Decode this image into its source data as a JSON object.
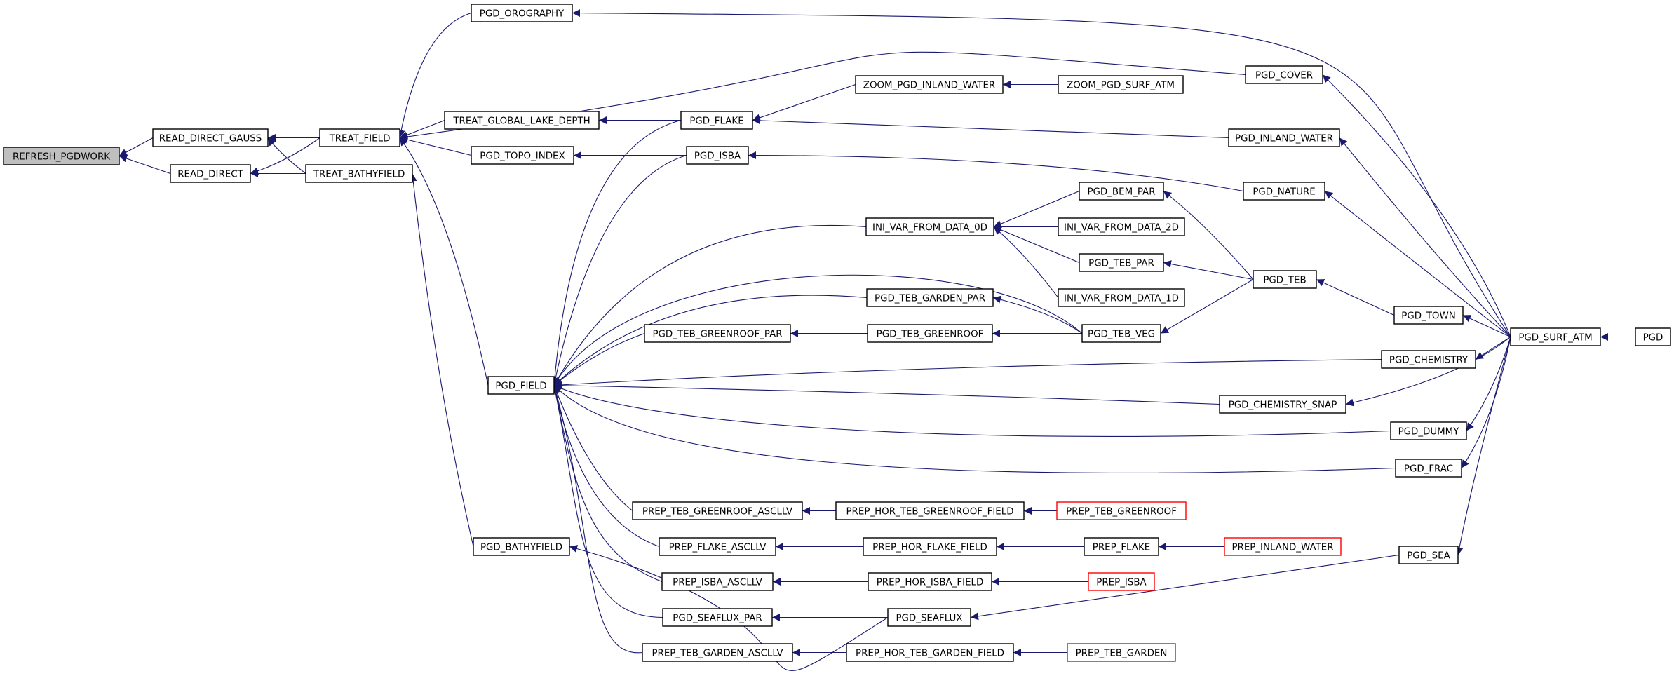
{
  "graph": {
    "nodes": [
      {
        "id": "refresh_pgdwork",
        "label": "REFRESH_PGDWORK",
        "style": "root"
      },
      {
        "id": "read_direct_gauss",
        "label": "READ_DIRECT_GAUSS"
      },
      {
        "id": "read_direct",
        "label": "READ_DIRECT"
      },
      {
        "id": "treat_field",
        "label": "TREAT_FIELD"
      },
      {
        "id": "treat_bathyfield",
        "label": "TREAT_BATHYFIELD"
      },
      {
        "id": "pgd_orography",
        "label": "PGD_OROGRAPHY"
      },
      {
        "id": "treat_global_lake_depth",
        "label": "TREAT_GLOBAL_LAKE_DEPTH"
      },
      {
        "id": "pgd_topo_index",
        "label": "PGD_TOPO_INDEX"
      },
      {
        "id": "pgd_field",
        "label": "PGD_FIELD"
      },
      {
        "id": "pgd_bathyfield",
        "label": "PGD_BATHYFIELD"
      },
      {
        "id": "pgd_flake",
        "label": "PGD_FLAKE"
      },
      {
        "id": "pgd_isba",
        "label": "PGD_ISBA"
      },
      {
        "id": "zoom_pgd_inland_water",
        "label": "ZOOM_PGD_INLAND_WATER"
      },
      {
        "id": "zoom_pgd_surf_atm",
        "label": "ZOOM_PGD_SURF_ATM"
      },
      {
        "id": "ini_var_from_data_0d",
        "label": "INI_VAR_FROM_DATA_0D"
      },
      {
        "id": "pgd_bem_par",
        "label": "PGD_BEM_PAR"
      },
      {
        "id": "ini_var_from_data_2d",
        "label": "INI_VAR_FROM_DATA_2D"
      },
      {
        "id": "pgd_teb_par",
        "label": "PGD_TEB_PAR"
      },
      {
        "id": "ini_var_from_data_1d",
        "label": "INI_VAR_FROM_DATA_1D"
      },
      {
        "id": "pgd_teb_garden_par",
        "label": "PGD_TEB_GARDEN_PAR"
      },
      {
        "id": "pgd_teb_greenroof_par",
        "label": "PGD_TEB_GREENROOF_PAR"
      },
      {
        "id": "pgd_teb_greenroof",
        "label": "PGD_TEB_GREENROOF"
      },
      {
        "id": "pgd_teb_veg",
        "label": "PGD_TEB_VEG"
      },
      {
        "id": "pgd_teb",
        "label": "PGD_TEB"
      },
      {
        "id": "pgd_cover",
        "label": "PGD_COVER"
      },
      {
        "id": "pgd_inland_water",
        "label": "PGD_INLAND_WATER"
      },
      {
        "id": "pgd_nature",
        "label": "PGD_NATURE"
      },
      {
        "id": "pgd_town",
        "label": "PGD_TOWN"
      },
      {
        "id": "pgd_chemistry",
        "label": "PGD_CHEMISTRY"
      },
      {
        "id": "pgd_chemistry_snap",
        "label": "PGD_CHEMISTRY_SNAP"
      },
      {
        "id": "pgd_dummy",
        "label": "PGD_DUMMY"
      },
      {
        "id": "pgd_frac",
        "label": "PGD_FRAC"
      },
      {
        "id": "pgd_surf_atm",
        "label": "PGD_SURF_ATM"
      },
      {
        "id": "pgd",
        "label": "PGD"
      },
      {
        "id": "prep_teb_greenroof_ascllv",
        "label": "PREP_TEB_GREENROOF_ASCLLV"
      },
      {
        "id": "prep_hor_teb_greenroof_field",
        "label": "PREP_HOR_TEB_GREENROOF_FIELD"
      },
      {
        "id": "prep_teb_greenroof",
        "label": "PREP_TEB_GREENROOF",
        "style": "red"
      },
      {
        "id": "prep_flake_ascllv",
        "label": "PREP_FLAKE_ASCLLV"
      },
      {
        "id": "prep_hor_flake_field",
        "label": "PREP_HOR_FLAKE_FIELD"
      },
      {
        "id": "prep_flake",
        "label": "PREP_FLAKE"
      },
      {
        "id": "prep_inland_water",
        "label": "PREP_INLAND_WATER",
        "style": "red"
      },
      {
        "id": "prep_isba_ascllv",
        "label": "PREP_ISBA_ASCLLV"
      },
      {
        "id": "prep_hor_isba_field",
        "label": "PREP_HOR_ISBA_FIELD"
      },
      {
        "id": "prep_isba",
        "label": "PREP_ISBA",
        "style": "red"
      },
      {
        "id": "pgd_seaflux_par",
        "label": "PGD_SEAFLUX_PAR"
      },
      {
        "id": "pgd_seaflux",
        "label": "PGD_SEAFLUX"
      },
      {
        "id": "pgd_sea",
        "label": "PGD_SEA"
      },
      {
        "id": "prep_teb_garden_ascllv",
        "label": "PREP_TEB_GARDEN_ASCLLV"
      },
      {
        "id": "prep_hor_teb_garden_field",
        "label": "PREP_HOR_TEB_GARDEN_FIELD"
      },
      {
        "id": "prep_teb_garden",
        "label": "PREP_TEB_GARDEN",
        "style": "red"
      }
    ],
    "edges": [
      {
        "from": "read_direct_gauss",
        "to": "refresh_pgdwork"
      },
      {
        "from": "read_direct",
        "to": "refresh_pgdwork"
      },
      {
        "from": "treat_field",
        "to": "read_direct_gauss"
      },
      {
        "from": "treat_bathyfield",
        "to": "read_direct_gauss"
      },
      {
        "from": "treat_field",
        "to": "read_direct"
      },
      {
        "from": "treat_bathyfield",
        "to": "read_direct"
      },
      {
        "from": "pgd_orography",
        "to": "treat_field"
      },
      {
        "from": "pgd_cover",
        "to": "treat_field"
      },
      {
        "from": "treat_global_lake_depth",
        "to": "treat_field"
      },
      {
        "from": "pgd_topo_index",
        "to": "treat_field"
      },
      {
        "from": "pgd_field",
        "to": "treat_field"
      },
      {
        "from": "pgd_bathyfield",
        "to": "treat_bathyfield"
      },
      {
        "from": "pgd_surf_atm",
        "to": "pgd_orography"
      },
      {
        "from": "pgd_flake",
        "to": "treat_global_lake_depth"
      },
      {
        "from": "pgd_isba",
        "to": "pgd_topo_index"
      },
      {
        "from": "pgd_seaflux",
        "to": "pgd_bathyfield"
      },
      {
        "from": "zoom_pgd_inland_water",
        "to": "pgd_flake"
      },
      {
        "from": "pgd_inland_water",
        "to": "pgd_flake"
      },
      {
        "from": "zoom_pgd_surf_atm",
        "to": "zoom_pgd_inland_water"
      },
      {
        "from": "pgd_nature",
        "to": "pgd_isba"
      },
      {
        "from": "pgd_surf_atm",
        "to": "pgd_cover"
      },
      {
        "from": "pgd_surf_atm",
        "to": "pgd_inland_water"
      },
      {
        "from": "pgd_surf_atm",
        "to": "pgd_nature"
      },
      {
        "from": "pgd_bem_par",
        "to": "ini_var_from_data_0d"
      },
      {
        "from": "ini_var_from_data_2d",
        "to": "ini_var_from_data_0d"
      },
      {
        "from": "pgd_teb_par",
        "to": "ini_var_from_data_0d"
      },
      {
        "from": "ini_var_from_data_1d",
        "to": "ini_var_from_data_0d"
      },
      {
        "from": "pgd_teb",
        "to": "pgd_bem_par"
      },
      {
        "from": "pgd_teb",
        "to": "pgd_teb_par"
      },
      {
        "from": "pgd_teb_veg",
        "to": "pgd_teb_garden_par"
      },
      {
        "from": "pgd_teb_greenroof",
        "to": "pgd_teb_greenroof_par"
      },
      {
        "from": "pgd_teb_veg",
        "to": "pgd_teb_greenroof"
      },
      {
        "from": "pgd_teb",
        "to": "pgd_teb_veg"
      },
      {
        "from": "pgd_town",
        "to": "pgd_teb"
      },
      {
        "from": "pgd_surf_atm",
        "to": "pgd_town"
      },
      {
        "from": "pgd_surf_atm",
        "to": "pgd_chemistry"
      },
      {
        "from": "pgd_surf_atm",
        "to": "pgd_chemistry_snap"
      },
      {
        "from": "pgd_surf_atm",
        "to": "pgd_dummy"
      },
      {
        "from": "pgd_surf_atm",
        "to": "pgd_frac"
      },
      {
        "from": "pgd_surf_atm",
        "to": "pgd_sea"
      },
      {
        "from": "pgd",
        "to": "pgd_surf_atm"
      },
      {
        "from": "pgd_flake",
        "to": "pgd_field"
      },
      {
        "from": "pgd_isba",
        "to": "pgd_field"
      },
      {
        "from": "ini_var_from_data_0d",
        "to": "pgd_field"
      },
      {
        "from": "pgd_teb_veg",
        "to": "pgd_field"
      },
      {
        "from": "pgd_teb_garden_par",
        "to": "pgd_field"
      },
      {
        "from": "pgd_teb_greenroof_par",
        "to": "pgd_field"
      },
      {
        "from": "pgd_chemistry",
        "to": "pgd_field"
      },
      {
        "from": "pgd_chemistry_snap",
        "to": "pgd_field"
      },
      {
        "from": "pgd_dummy",
        "to": "pgd_field"
      },
      {
        "from": "pgd_frac",
        "to": "pgd_field"
      },
      {
        "from": "prep_teb_greenroof_ascllv",
        "to": "pgd_field"
      },
      {
        "from": "prep_flake_ascllv",
        "to": "pgd_field"
      },
      {
        "from": "prep_isba_ascllv",
        "to": "pgd_field"
      },
      {
        "from": "pgd_seaflux_par",
        "to": "pgd_field"
      },
      {
        "from": "prep_teb_garden_ascllv",
        "to": "pgd_field"
      },
      {
        "from": "prep_hor_teb_greenroof_field",
        "to": "prep_teb_greenroof_ascllv"
      },
      {
        "from": "prep_teb_greenroof",
        "to": "prep_hor_teb_greenroof_field"
      },
      {
        "from": "prep_hor_flake_field",
        "to": "prep_flake_ascllv"
      },
      {
        "from": "prep_flake",
        "to": "prep_hor_flake_field"
      },
      {
        "from": "prep_inland_water",
        "to": "prep_flake"
      },
      {
        "from": "prep_hor_isba_field",
        "to": "prep_isba_ascllv"
      },
      {
        "from": "prep_isba",
        "to": "prep_hor_isba_field"
      },
      {
        "from": "pgd_seaflux",
        "to": "pgd_seaflux_par"
      },
      {
        "from": "pgd_sea",
        "to": "pgd_seaflux"
      },
      {
        "from": "prep_hor_teb_garden_field",
        "to": "prep_teb_garden_ascllv"
      },
      {
        "from": "prep_teb_garden",
        "to": "prep_hor_teb_garden_field"
      }
    ]
  }
}
